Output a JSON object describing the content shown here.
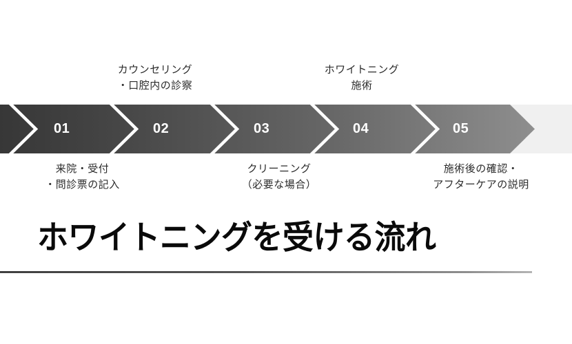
{
  "slide": {
    "background_color": "#ffffff",
    "title": "ホワイトニングを受ける流れ",
    "divider": {
      "color_start": "#3f3f3f",
      "color_end": "#b4b4b4"
    }
  },
  "process_band": {
    "track_background": "#f0f0f0",
    "gradient_start": "#3a3a3a",
    "gradient_end": "#8c8c8c",
    "chevron_color": "#ffffff",
    "steps": [
      {
        "number": "01",
        "caption_position": "bottom",
        "caption_lines": [
          "来院・受付",
          "・問診票の記入"
        ]
      },
      {
        "number": "02",
        "caption_position": "top",
        "caption_lines": [
          "カウンセリング",
          "・口腔内の診察"
        ]
      },
      {
        "number": "03",
        "caption_position": "bottom",
        "caption_lines": [
          "クリーニング",
          "（必要な場合）"
        ]
      },
      {
        "number": "04",
        "caption_position": "top",
        "caption_lines": [
          "ホワイトニング",
          "施術"
        ]
      },
      {
        "number": "05",
        "caption_position": "bottom",
        "caption_lines": [
          "施術後の確認・",
          "アフターケアの説明"
        ]
      }
    ]
  }
}
